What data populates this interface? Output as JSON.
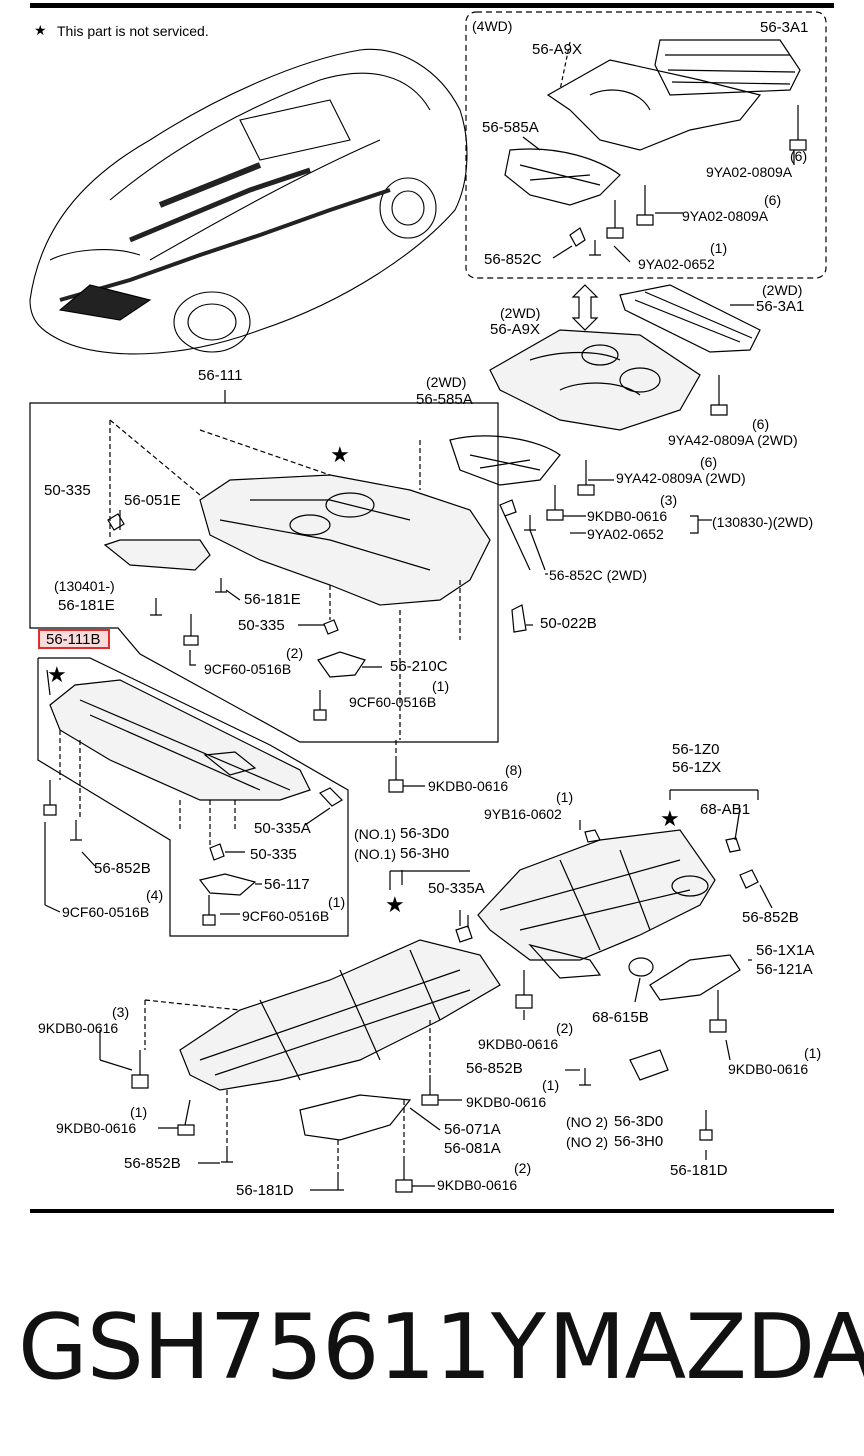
{
  "note": {
    "star": "★",
    "text": "This part is not serviced."
  },
  "labels": {
    "hdr_4wd": "(4WD)",
    "a9x_4wd": "56-A9X",
    "p3a1_top": "56-3A1",
    "p585a_4wd": "56-585A",
    "qty6_a": "(6)",
    "p9ya02_0809_a": "9YA02-0809A",
    "qty6_b": "(6)",
    "p9ya02_0809_b": "9YA02-0809A",
    "p852c_4wd": "56-852C",
    "qty1_0652": "(1)",
    "p9ya02_0652": "9YA02-0652",
    "hdr_2wd_a": "(2WD)",
    "p3a1_2wd": "56-3A1",
    "hdr_2wd_b": "(2WD)",
    "a9x_2wd": "56-A9X",
    "hdr_2wd_c": "(2WD)",
    "p585a_2wd": "56-585A",
    "qty6_c": "(6)",
    "p9ya42_a": "9YA42-0809A (2WD)",
    "qty6_d": "(6)",
    "p9ya42_b": "9YA42-0809A (2WD)",
    "qty3": "(3)",
    "p9kdb0_0616_a": "9KDB0-0616",
    "p9ya02_0652_b": "9YA02-0652",
    "date_range": "(130830-)(2WD)",
    "p852c_2wd": "56-852C (2WD)",
    "p56_111": "56-111",
    "p50_335_a": "50-335",
    "p56_051e": "56-051E",
    "date_130401": "(130401-)",
    "p56_181e_a": "56-181E",
    "p56_181e_b": "56-181E",
    "p50_335_b": "50-335",
    "p50_022b": "50-022B",
    "qty2_a": "(2)",
    "p9cf60_0516b_a": "9CF60-0516B",
    "p56_210c": "56-210C",
    "qty1_a": "(1)",
    "p9cf60_0516b_b": "9CF60-0516B",
    "p56_111b": "56-111B",
    "qty8": "(8)",
    "p9kdb0_0616_b": "9KDB0-0616",
    "p50_335a": "50-335A",
    "p50_335_c": "50-335",
    "p56_852b_a": "56-852B",
    "p56_117": "56-117",
    "qty4": "(4)",
    "p9cf60_0516b_c": "9CF60-0516B",
    "qty1_b": "(1)",
    "p9cf60_0516b_d": "9CF60-0516B",
    "p56_1z0": "56-1Z0",
    "p56_1zx": "56-1ZX",
    "qty1_c": "(1)",
    "p9yb16": "9YB16-0602",
    "p68_ab1": "68-AB1",
    "no1_a": "(NO.1)",
    "p56_3d0_a": "56-3D0",
    "no1_b": "(NO.1)",
    "p56_3h0_a": "56-3H0",
    "p50_335a_b": "50-335A",
    "p56_852b_b": "56-852B",
    "p56_1x1a": "56-1X1A",
    "p56_121a": "56-121A",
    "qty3_b": "(3)",
    "p9kdb0_0616_c": "9KDB0-0616",
    "qty2_b": "(2)",
    "p9kdb0_0616_d": "9KDB0-0616",
    "p68_615b": "68-615B",
    "qty1_d": "(1)",
    "p9kdb0_0616_e": "9KDB0-0616",
    "p56_852b_c": "56-852B",
    "qty1_e": "(1)",
    "p9kdb0_0616_f": "9KDB0-0616",
    "qty1_f": "(1)",
    "p9kdb0_0616_g": "9KDB0-0616",
    "no2_a": "(NO 2)",
    "p56_3d0_b": "56-3D0",
    "no2_b": "(NO 2)",
    "p56_3h0_b": "56-3H0",
    "p56_071a": "56-071A",
    "p56_081a": "56-081A",
    "p56_852b_d": "56-852B",
    "p56_181d_a": "56-181D",
    "qty2_c": "(2)",
    "p9kdb0_0616_h": "9KDB0-0616",
    "p56_181d_b": "56-181D"
  },
  "footer": {
    "part_number": "GSH75611Y",
    "brand": "MAZDA"
  },
  "colors": {
    "line": "#000000",
    "highlight": "#e32b2b",
    "fill": "#ffffff",
    "dark": "#111111"
  }
}
